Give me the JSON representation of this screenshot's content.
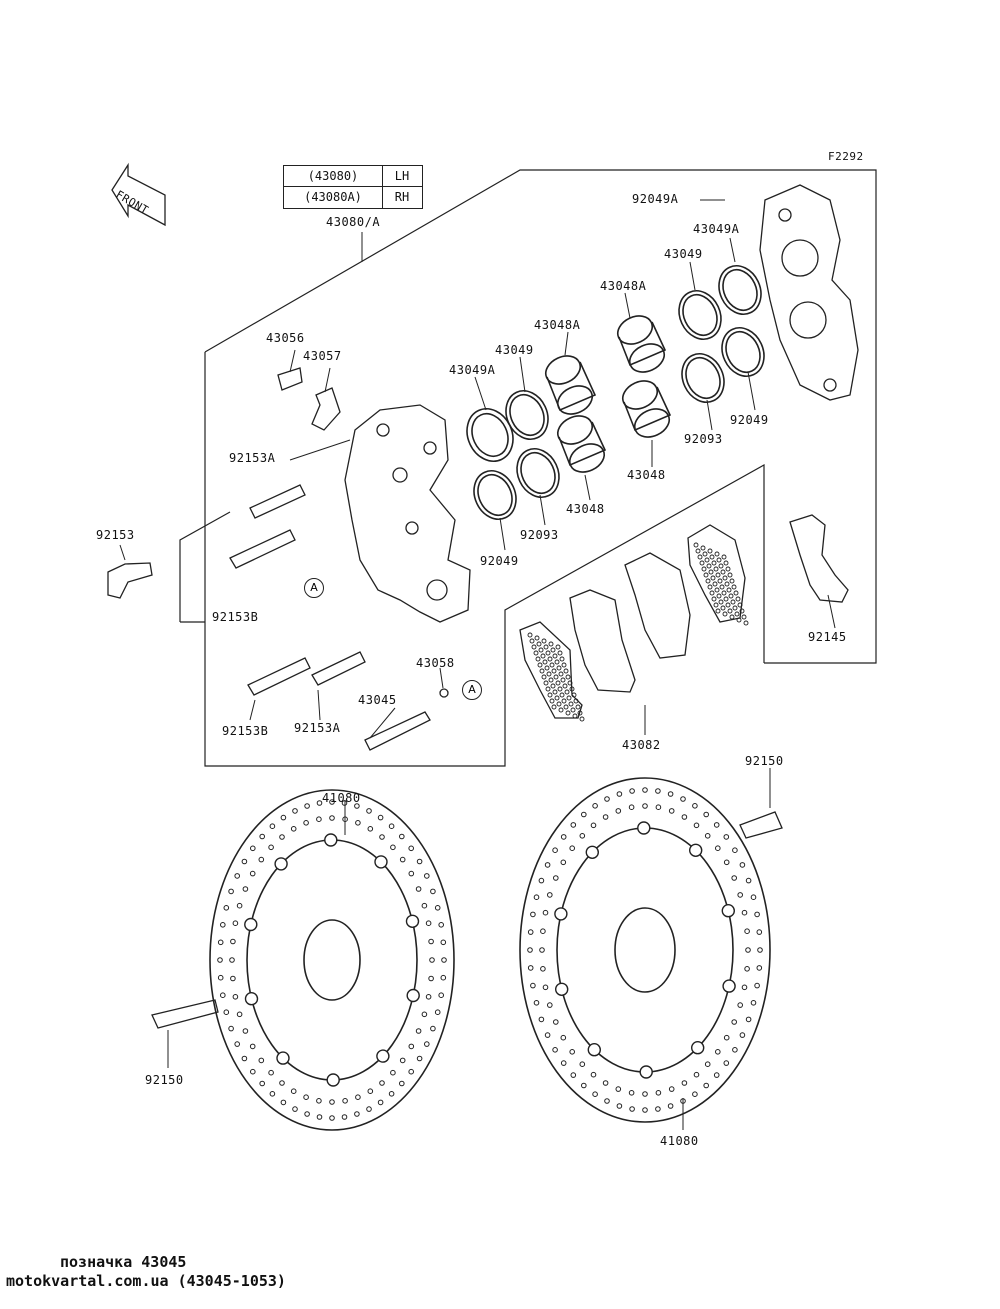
{
  "diagram": {
    "figure_code": "F2292",
    "front_label": "FRONT",
    "table": {
      "rows": [
        {
          "part": "(43080)",
          "side": "LH"
        },
        {
          "part": "(43080A)",
          "side": "RH"
        }
      ]
    },
    "assembly_label": "43080/A",
    "ref_mark": "A",
    "labels": {
      "l92049a": "92049A",
      "l43049a_top": "43049A",
      "l43049_top": "43049",
      "l43048a_top": "43048A",
      "l43048a_mid": "43048A",
      "l43049_mid": "43049",
      "l43049a_mid": "43049A",
      "l43056": "43056",
      "l43057": "43057",
      "l92049_right": "92049",
      "l92093_right": "92093",
      "l43048_right": "43048",
      "l43048_mid": "43048",
      "l92093_mid": "92093",
      "l92049_mid": "92049",
      "l92153a_top": "92153A",
      "l92153": "92153",
      "l92153b_top": "92153B",
      "l92145": "92145",
      "l43058": "43058",
      "l43045": "43045",
      "l92153b_bot": "92153B",
      "l92153a_bot": "92153A",
      "l43082": "43082",
      "l92150_right": "92150",
      "l41080_left": "41080",
      "l92150_left": "92150",
      "l41080_right": "41080"
    }
  },
  "footer": {
    "line1": "позначка 43045",
    "line2": "motokvartal.com.ua (43045-1053)"
  }
}
